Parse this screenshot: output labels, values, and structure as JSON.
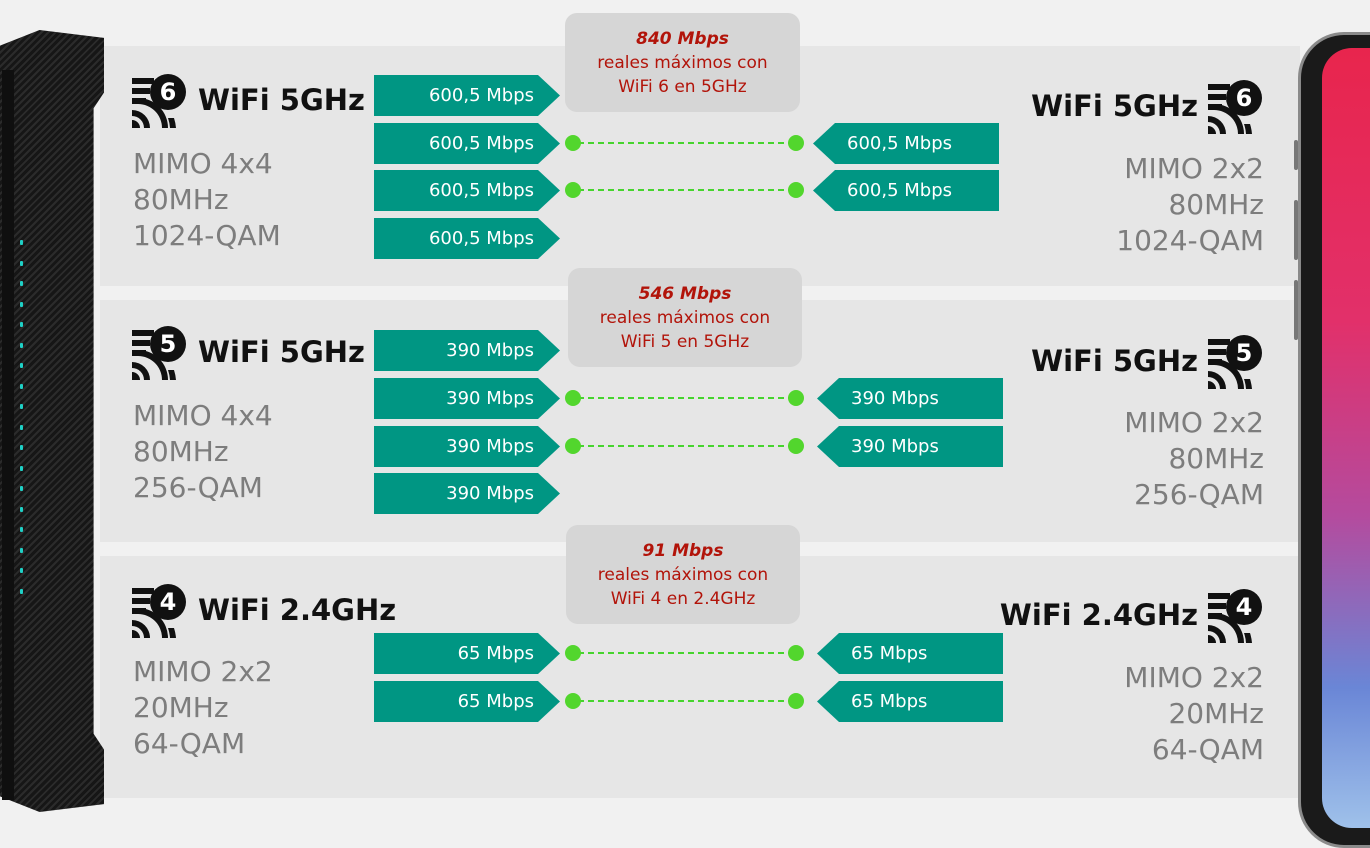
{
  "sections": [
    {
      "icon": "wifi-6-icon",
      "icon_digit": "6",
      "router": {
        "title": "WiFi 5GHz",
        "specs": [
          "MIMO 4x4",
          "80MHz",
          "1024-QAM"
        ],
        "streams": [
          "600,5 Mbps",
          "600,5 Mbps",
          "600,5 Mbps",
          "600,5 Mbps"
        ]
      },
      "client": {
        "title": "WiFi 5GHz",
        "specs": [
          "MIMO 2x2",
          "80MHz",
          "1024-QAM"
        ],
        "streams": [
          "600,5 Mbps",
          "600,5 Mbps"
        ]
      },
      "callout": {
        "speed": "840 Mbps",
        "line1": "reales máximos con",
        "line2": "WiFi 6 en 5GHz"
      }
    },
    {
      "icon": "wifi-5-icon",
      "icon_digit": "5",
      "router": {
        "title": "WiFi 5GHz",
        "specs": [
          "MIMO 4x4",
          "80MHz",
          "256-QAM"
        ],
        "streams": [
          "390 Mbps",
          "390 Mbps",
          "390 Mbps",
          "390 Mbps"
        ]
      },
      "client": {
        "title": "WiFi 5GHz",
        "specs": [
          "MIMO 2x2",
          "80MHz",
          "256-QAM"
        ],
        "streams": [
          "390 Mbps",
          "390 Mbps"
        ]
      },
      "callout": {
        "speed": "546 Mbps",
        "line1": "reales máximos con",
        "line2": "WiFi 5 en 5GHz"
      }
    },
    {
      "icon": "wifi-4-icon",
      "icon_digit": "4",
      "router": {
        "title": "WiFi 2.4GHz",
        "specs": [
          "MIMO 2x2",
          "20MHz",
          "64-QAM"
        ],
        "streams": [
          "65 Mbps",
          "65 Mbps"
        ]
      },
      "client": {
        "title": "WiFi 2.4GHz",
        "specs": [
          "MIMO 2x2",
          "20MHz",
          "64-QAM"
        ],
        "streams": [
          "65 Mbps",
          "65 Mbps"
        ]
      },
      "callout": {
        "speed": "91 Mbps",
        "line1": "reales máximos con",
        "line2": "WiFi 4 en 2.4GHz"
      }
    }
  ],
  "colors": {
    "arrow": "#009683",
    "callout_text": "#b2140a",
    "link": "#46d42e"
  }
}
